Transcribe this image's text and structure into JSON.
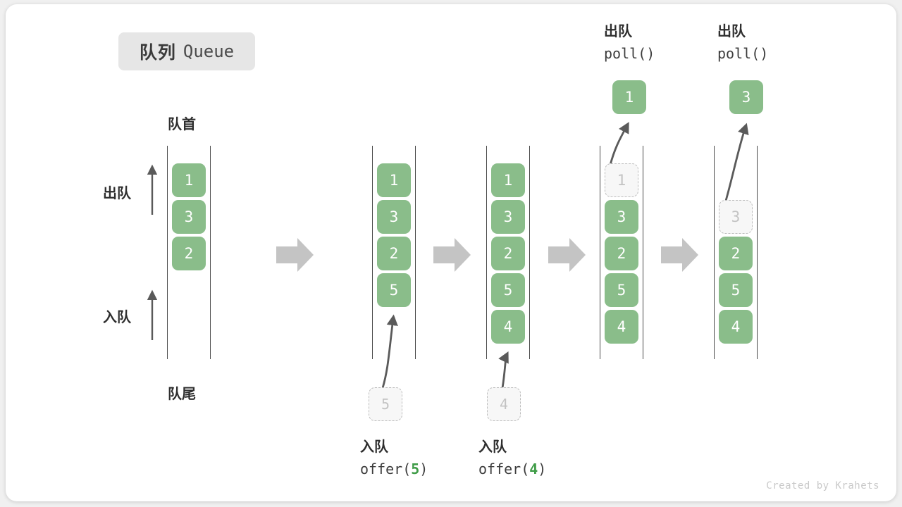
{
  "title": {
    "cn": "队列",
    "en": "Queue"
  },
  "labels": {
    "front": "队首",
    "rear": "队尾",
    "dequeue": "出队",
    "enqueue": "入队"
  },
  "credit": "Created by Krahets",
  "colors": {
    "element": "#8abd8a",
    "ghost_fill": "#f7f7f7",
    "ghost_border": "#bdbdbd",
    "arrow": "#c4c4c4",
    "text": "#2e2e2e",
    "accent": "#3f9c47"
  },
  "stages": [
    {
      "name": "initial",
      "cells": [
        "1",
        "3",
        "2"
      ],
      "ghost_index": null,
      "caption_cn": "",
      "caption_code": "",
      "caption_arg": "",
      "incoming": null,
      "result": null
    },
    {
      "name": "offer-5",
      "cells": [
        "1",
        "3",
        "2",
        "5"
      ],
      "ghost_index": null,
      "caption_cn": "入队",
      "caption_code_pre": "offer(",
      "caption_arg": "5",
      "caption_code_post": ")",
      "incoming": "5",
      "result": null
    },
    {
      "name": "offer-4",
      "cells": [
        "1",
        "3",
        "2",
        "5",
        "4"
      ],
      "ghost_index": null,
      "caption_cn": "入队",
      "caption_code_pre": "offer(",
      "caption_arg": "4",
      "caption_code_post": ")",
      "incoming": "4",
      "result": null
    },
    {
      "name": "poll-1",
      "cells": [
        "1",
        "3",
        "2",
        "5",
        "4"
      ],
      "ghost_index": 0,
      "caption_cn": "出队",
      "caption_code_pre": "poll(",
      "caption_arg": "",
      "caption_code_post": ")",
      "incoming": null,
      "result": "1"
    },
    {
      "name": "poll-3",
      "cells": [
        "",
        "3",
        "2",
        "5",
        "4"
      ],
      "ghost_index": 1,
      "caption_cn": "出队",
      "caption_code_pre": "poll(",
      "caption_arg": "",
      "caption_code_post": ")",
      "incoming": null,
      "result": "3"
    }
  ]
}
